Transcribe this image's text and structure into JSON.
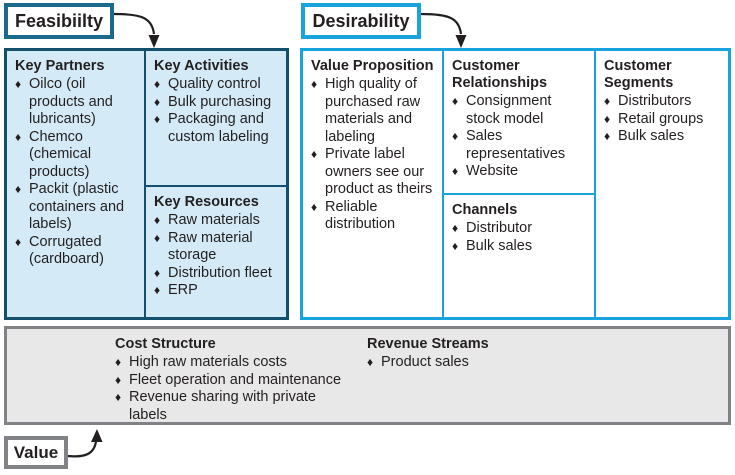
{
  "labels": {
    "feasibility": "Feasibiilty",
    "desirability": "Desirability",
    "value": "Value"
  },
  "colors": {
    "feasibility_border": "#14506b",
    "feasibility_fill": "#d4ebf7",
    "desirability_border": "#19a3dc",
    "desirability_fill": "#ffffff",
    "viability_border": "#808285",
    "viability_fill": "#e8e8e8",
    "text": "#231f20"
  },
  "bullet_glyph": "♦",
  "blocks": {
    "key_partners": {
      "title": "Key Partners",
      "items": [
        "Oilco (oil products and lubricants)",
        "Chemco (chemical products)",
        "Packit (plastic containers and labels)",
        "Corrugated (cardboard)"
      ]
    },
    "key_activities": {
      "title": "Key Activities",
      "items": [
        "Quality control",
        "Bulk purchasing",
        "Packaging and custom labeling"
      ]
    },
    "key_resources": {
      "title": "Key Resources",
      "items": [
        "Raw materials",
        "Raw material storage",
        "Distribution fleet",
        "ERP"
      ]
    },
    "value_proposition": {
      "title": "Value Proposition",
      "items": [
        "High quality of purchased raw materials and labeling",
        "Private label owners see our product as theirs",
        "Reliable distribution"
      ]
    },
    "customer_relationships": {
      "title": "Customer Relationships",
      "items": [
        "Consignment stock model",
        "Sales representatives",
        "Website"
      ]
    },
    "channels": {
      "title": "Channels",
      "items": [
        "Distributor",
        "Bulk sales"
      ]
    },
    "customer_segments": {
      "title": "Customer Segments",
      "items": [
        "Distributors",
        "Retail groups",
        "Bulk sales"
      ]
    },
    "cost_structure": {
      "title": "Cost Structure",
      "items": [
        "High raw materials costs",
        "Fleet operation and maintenance",
        "Revenue sharing with private labels"
      ]
    },
    "revenue_streams": {
      "title": "Revenue Streams",
      "items": [
        "Product sales"
      ]
    }
  }
}
